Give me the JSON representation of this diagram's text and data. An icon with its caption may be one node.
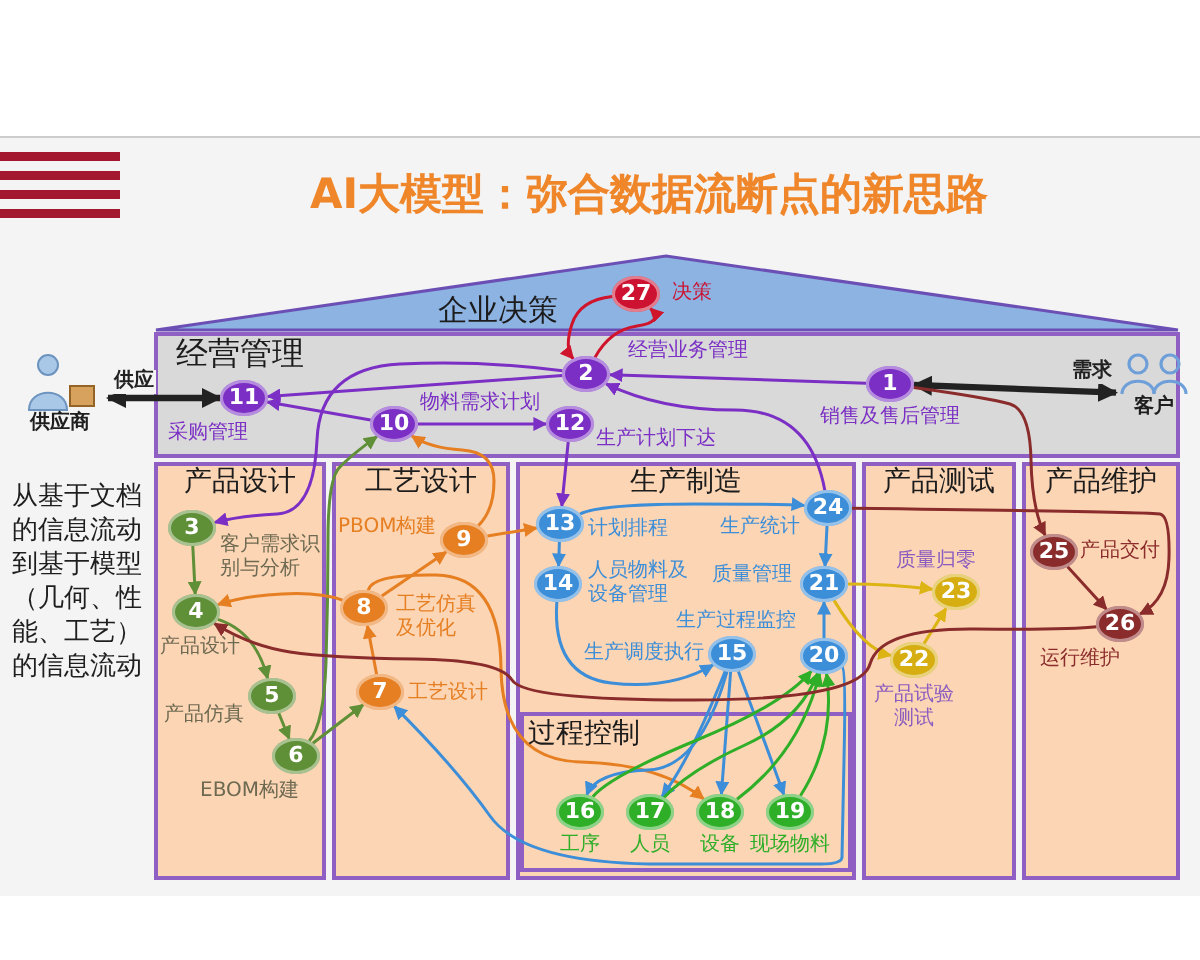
{
  "diagram": {
    "title": "AI大模型：弥合数据流断点的新思路",
    "nodes": [
      {
        "text": [
          "企业决策"
        ]
      },
      {
        "text": [
          "27"
        ],
        "in": 0,
        "beside": [
          "决策"
        ]
      },
      {
        "text": [
          "经营管理"
        ]
      },
      {
        "text": [
          "2"
        ],
        "in": 2,
        "beside": [
          "经营业务管理"
        ]
      },
      {
        "text": [
          "11"
        ],
        "in": 2,
        "beside": [
          "采购管理"
        ]
      },
      {
        "text": [
          "1"
        ],
        "in": 2,
        "beside": [
          "销售及售后管理"
        ]
      },
      {
        "text": [
          "10"
        ],
        "in": 2,
        "beside": [
          "物料需求计划"
        ]
      },
      {
        "text": [
          "12"
        ],
        "in": 2,
        "beside": [
          "生产计划下达"
        ]
      },
      {
        "text": [
          "供应商"
        ]
      },
      {
        "text": [
          "客户"
        ]
      },
      {
        "text": [
          "产品设计"
        ]
      },
      {
        "text": [
          "3"
        ],
        "in": 10,
        "beside": [
          "客户需求识别与分析"
        ]
      },
      {
        "text": [
          "4"
        ],
        "in": 10,
        "beside": [
          "产品设计"
        ]
      },
      {
        "text": [
          "5"
        ],
        "in": 10,
        "beside": [
          "产品仿真"
        ]
      },
      {
        "text": [
          "6"
        ],
        "in": 10,
        "beside": [
          "EBOM构建"
        ]
      },
      {
        "text": [
          "工艺设计"
        ]
      },
      {
        "text": [
          "9"
        ],
        "in": 15,
        "beside": [
          "PBOM构建"
        ]
      },
      {
        "text": [
          "8"
        ],
        "in": 15,
        "beside": [
          "工艺仿真及优化"
        ]
      },
      {
        "text": [
          "7"
        ],
        "in": 15,
        "beside": [
          "工艺设计"
        ]
      },
      {
        "text": [
          "生产制造"
        ]
      },
      {
        "text": [
          "13"
        ],
        "in": 19,
        "beside": [
          "计划排程"
        ]
      },
      {
        "text": [
          "24"
        ],
        "in": 19,
        "beside": [
          "生产统计"
        ]
      },
      {
        "text": [
          "14"
        ],
        "in": 19,
        "beside": [
          "人员物料及设备管理"
        ]
      },
      {
        "text": [
          "21"
        ],
        "in": 19,
        "beside": [
          "质量管理"
        ]
      },
      {
        "text": [
          "20"
        ],
        "in": 19,
        "beside": [
          "生产过程监控"
        ]
      },
      {
        "text": [
          "15"
        ],
        "in": 19,
        "beside": [
          "生产调度执行"
        ]
      },
      {
        "text": [
          "过程控制"
        ],
        "in": 19
      },
      {
        "text": [
          "16"
        ],
        "in": 26,
        "beside": [
          "工序"
        ]
      },
      {
        "text": [
          "17"
        ],
        "in": 26,
        "beside": [
          "人员"
        ]
      },
      {
        "text": [
          "18"
        ],
        "in": 26,
        "beside": [
          "设备"
        ]
      },
      {
        "text": [
          "19"
        ],
        "in": 26,
        "beside": [
          "现场物料"
        ]
      },
      {
        "text": [
          "产品测试"
        ]
      },
      {
        "text": [
          "23"
        ],
        "in": 31,
        "beside": [
          "质量归零"
        ]
      },
      {
        "text": [
          "22"
        ],
        "in": 31,
        "beside": [
          "产品试验测试"
        ]
      },
      {
        "text": [
          "产品维护"
        ]
      },
      {
        "text": [
          "25"
        ],
        "in": 34,
        "beside": [
          "产品交付"
        ]
      },
      {
        "text": [
          "26"
        ],
        "in": 34,
        "beside": [
          "运行维护"
        ]
      }
    ],
    "edges": [
      {
        "from": 1,
        "to": 3,
        "arrow": "to",
        "color": "#d0142c"
      },
      {
        "from": 3,
        "to": 1,
        "arrow": "to",
        "color": "#d0142c"
      },
      {
        "from": 5,
        "to": 3,
        "arrow": "to",
        "color": "#7b2fc4"
      },
      {
        "from": 5,
        "to": 9,
        "arrow": "both",
        "label": "需求",
        "style": "thick",
        "color": "#222222"
      },
      {
        "from": 3,
        "to": 4,
        "arrow": "to",
        "color": "#7b2fc4"
      },
      {
        "from": 6,
        "to": 4,
        "arrow": "to",
        "color": "#7b2fc4"
      },
      {
        "from": 4,
        "to": 8,
        "arrow": "both",
        "label": "供应",
        "style": "thick",
        "color": "#222222"
      },
      {
        "from": 6,
        "to": 7,
        "arrow": "to",
        "color": "#7b2fc4"
      },
      {
        "from": 7,
        "to": 20,
        "arrow": "to",
        "color": "#7b2fc4"
      },
      {
        "from": 3,
        "to": 11,
        "arrow": "to",
        "color": "#7b2fc4"
      },
      {
        "from": 21,
        "to": 3,
        "arrow": "to",
        "color": "#7b2fc4"
      },
      {
        "from": 11,
        "to": 12,
        "arrow": "to",
        "color": "#5f8f36"
      },
      {
        "from": 12,
        "to": 13,
        "arrow": "to",
        "color": "#5f8f36"
      },
      {
        "from": 13,
        "to": 14,
        "arrow": "to",
        "color": "#5f8f36"
      },
      {
        "from": 14,
        "to": 18,
        "arrow": "to",
        "color": "#5f8f36"
      },
      {
        "from": 14,
        "to": 6,
        "arrow": "to",
        "color": "#5f8f36"
      },
      {
        "from": 18,
        "to": 17,
        "arrow": "to",
        "color": "#e67e22"
      },
      {
        "from": 17,
        "to": 16,
        "arrow": "to",
        "color": "#e67e22"
      },
      {
        "from": 16,
        "to": 6,
        "arrow": "to",
        "color": "#e67e22"
      },
      {
        "from": 16,
        "to": 20,
        "arrow": "to",
        "color": "#e67e22"
      },
      {
        "from": 17,
        "to": 12,
        "arrow": "to",
        "color": "#e67e22"
      },
      {
        "from": 17,
        "to": 29,
        "arrow": "to",
        "color": "#e67e22"
      },
      {
        "from": 20,
        "to": 22,
        "arrow": "to"
      },
      {
        "from": 22,
        "to": 25,
        "arrow": "to"
      },
      {
        "from": 20,
        "to": 21,
        "arrow": "to"
      },
      {
        "from": 21,
        "to": 23,
        "arrow": "to"
      },
      {
        "from": 24,
        "to": 23,
        "arrow": "to"
      },
      {
        "from": 25,
        "to": 27,
        "arrow": "to"
      },
      {
        "from": 25,
        "to": 28,
        "arrow": "to"
      },
      {
        "from": 25,
        "to": 29,
        "arrow": "to"
      },
      {
        "from": 25,
        "to": 30,
        "arrow": "to"
      },
      {
        "from": 27,
        "to": 24,
        "arrow": "to",
        "color": "#2fae28"
      },
      {
        "from": 28,
        "to": 24,
        "arrow": "to",
        "color": "#2fae28"
      },
      {
        "from": 29,
        "to": 24,
        "arrow": "to",
        "color": "#2fae28"
      },
      {
        "from": 30,
        "to": 24,
        "arrow": "to",
        "color": "#2fae28"
      },
      {
        "from": 24,
        "to": 18,
        "arrow": "to"
      },
      {
        "from": 23,
        "to": 32,
        "arrow": "to",
        "color": "#dcb414"
      },
      {
        "from": 23,
        "to": 33,
        "arrow": "to",
        "color": "#dcb414"
      },
      {
        "from": 33,
        "to": 32,
        "arrow": "to",
        "color": "#dcb414"
      },
      {
        "from": 5,
        "to": 35,
        "arrow": "to",
        "color": "#8b2c2c"
      },
      {
        "from": 21,
        "to": 36,
        "arrow": "to",
        "color": "#8b2c2c"
      },
      {
        "from": 35,
        "to": 36,
        "arrow": "to",
        "color": "#8b2c2c"
      },
      {
        "from": 36,
        "to": 12,
        "arrow": "to",
        "color": "#8b2c2c"
      }
    ],
    "labels": [
      "从基于文档的信息流动到基于模型（几何、性能、工艺）的信息流动"
    ]
  }
}
